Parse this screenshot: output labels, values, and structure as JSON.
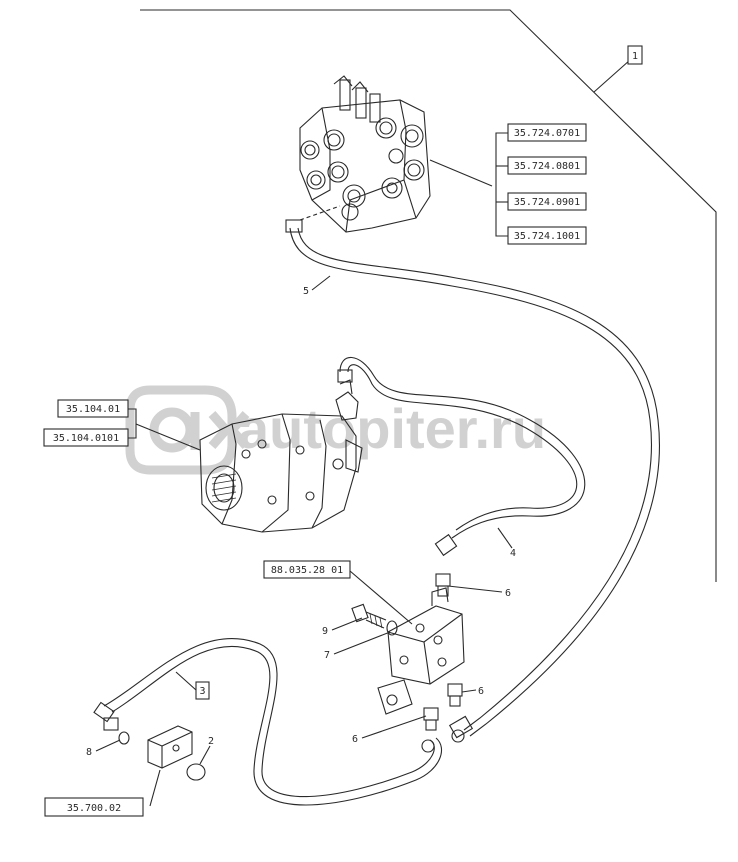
{
  "watermark": {
    "text": "autopiter.ru"
  },
  "reference_boxes": [
    {
      "name": "ref-box-1",
      "label": "1"
    },
    {
      "name": "ref-box-35724070",
      "label": "35.724.0701"
    },
    {
      "name": "ref-box-35724080",
      "label": "35.724.0801"
    },
    {
      "name": "ref-box-35724090",
      "label": "35.724.0901"
    },
    {
      "name": "ref-box-35724100",
      "label": "35.724.1001"
    },
    {
      "name": "ref-box-3510401",
      "label": "35.104.01"
    },
    {
      "name": "ref-box-35104010",
      "label": "35.104.0101"
    },
    {
      "name": "ref-box-88035",
      "label": "88.035.28 01"
    },
    {
      "name": "ref-box-3",
      "label": "3"
    },
    {
      "name": "ref-box-357000",
      "label": "35.700.02"
    }
  ],
  "callouts": [
    {
      "name": "callout-5",
      "label": "5"
    },
    {
      "name": "callout-4",
      "label": "4"
    },
    {
      "name": "callout-6a",
      "label": "6"
    },
    {
      "name": "callout-9",
      "label": "9"
    },
    {
      "name": "callout-7",
      "label": "7"
    },
    {
      "name": "callout-6b",
      "label": "6"
    },
    {
      "name": "callout-6c",
      "label": "6"
    },
    {
      "name": "callout-8",
      "label": "8"
    },
    {
      "name": "callout-2",
      "label": "2"
    }
  ],
  "colors": {
    "ink": "#2a2a2a",
    "watermark": "#c9c9c9",
    "background": "#ffffff"
  }
}
